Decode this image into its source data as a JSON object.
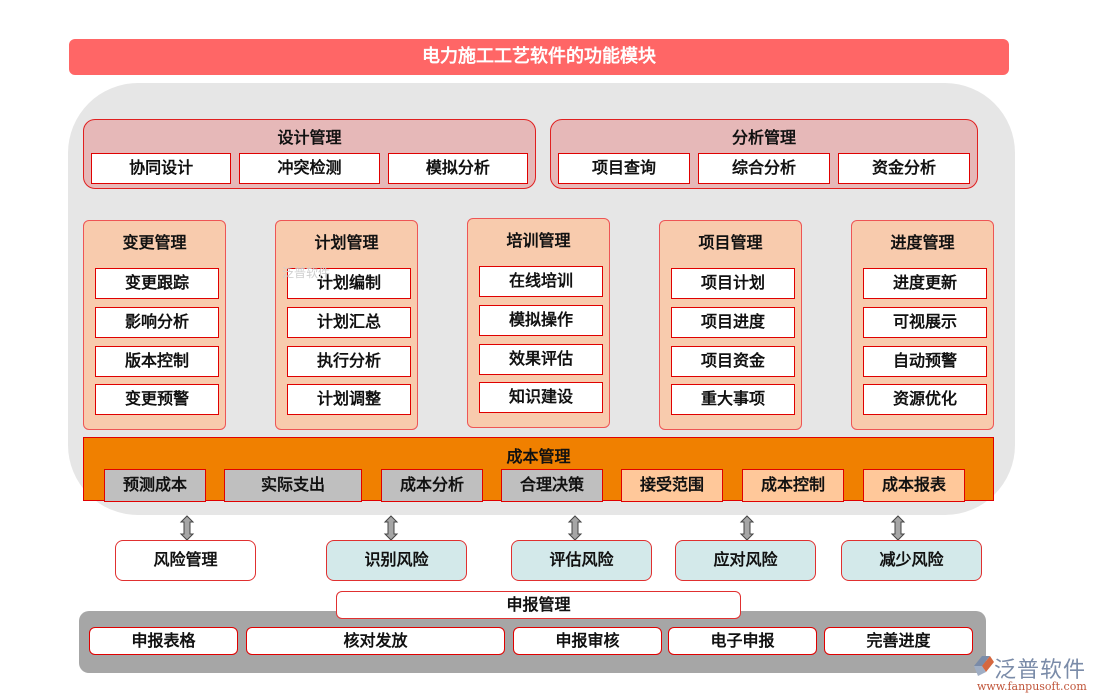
{
  "title": "电力施工工艺软件的功能模块",
  "top_groups": [
    {
      "title": "设计管理",
      "items": [
        "协同设计",
        "冲突检测",
        "模拟分析"
      ]
    },
    {
      "title": "分析管理",
      "items": [
        "项目查询",
        "综合分析",
        "资金分析"
      ]
    }
  ],
  "column_groups": [
    {
      "title": "变更管理",
      "items": [
        "变更跟踪",
        "影响分析",
        "版本控制",
        "变更预警"
      ]
    },
    {
      "title": "计划管理",
      "items": [
        "计划编制",
        "计划汇总",
        "执行分析",
        "计划调整"
      ]
    },
    {
      "title": "培训管理",
      "items": [
        "在线培训",
        "模拟操作",
        "效果评估",
        "知识建设"
      ]
    },
    {
      "title": "项目管理",
      "items": [
        "项目计划",
        "项目进度",
        "项目资金",
        "重大事项"
      ]
    },
    {
      "title": "进度管理",
      "items": [
        "进度更新",
        "可视展示",
        "自动预警",
        "资源优化"
      ]
    }
  ],
  "cost": {
    "title": "成本管理",
    "items": [
      "预测成本",
      "实际支出",
      "成本分析",
      "合理决策",
      "接受范围",
      "成本控制",
      "成本报表"
    ]
  },
  "risk": {
    "items": [
      "风险管理",
      "识别风险",
      "评估风险",
      "应对风险",
      "减少风险"
    ]
  },
  "report": {
    "title": "申报管理",
    "items": [
      "申报表格",
      "核对发放",
      "申报审核",
      "电子申报",
      "完善进度"
    ]
  },
  "watermark": {
    "text": "泛普软件"
  },
  "logo": {
    "name": "泛普软件",
    "url_text": "www.fanpusoft.com"
  },
  "colors": {
    "title_bar": "#ff6666",
    "panel": "#e6e6e6",
    "top_group": "#e6b8b8",
    "column_group": "#f8cbad",
    "cost_bar": "#f08000",
    "border": "#e00000",
    "risk_teal": "#d3e9ea",
    "report_panel": "#a6a6a6"
  }
}
